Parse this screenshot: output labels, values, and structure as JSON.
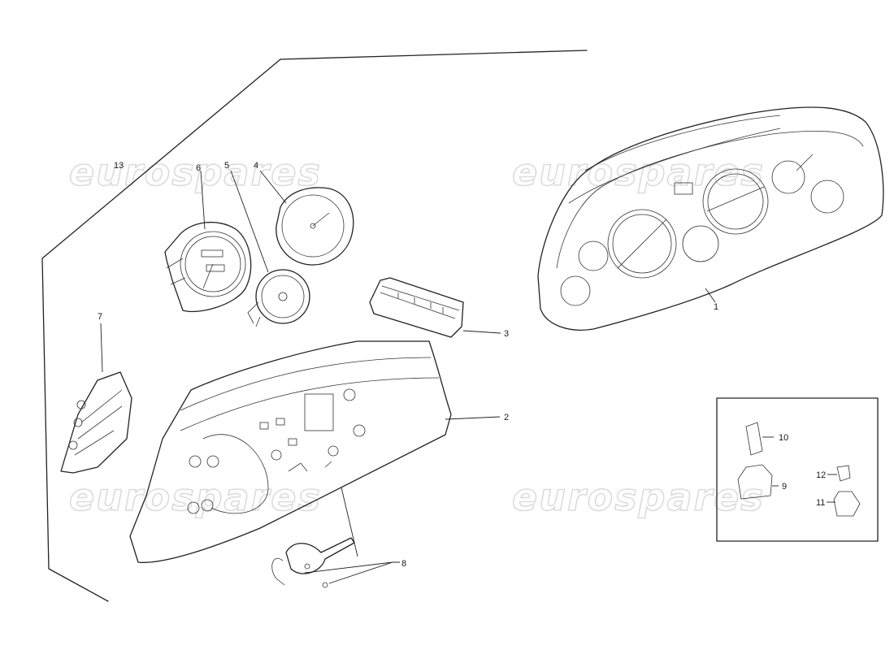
{
  "watermark": {
    "text": "eurospares",
    "color": "#dcdcdc"
  },
  "callouts": [
    {
      "id": "1",
      "label": "1"
    },
    {
      "id": "2",
      "label": "2"
    },
    {
      "id": "3",
      "label": "3"
    },
    {
      "id": "4",
      "label": "4"
    },
    {
      "id": "5",
      "label": "5"
    },
    {
      "id": "6",
      "label": "6"
    },
    {
      "id": "7",
      "label": "7"
    },
    {
      "id": "8",
      "label": "8"
    },
    {
      "id": "9",
      "label": "9"
    },
    {
      "id": "10",
      "label": "10"
    },
    {
      "id": "11",
      "label": "11"
    },
    {
      "id": "12",
      "label": "12"
    },
    {
      "id": "13",
      "label": "13"
    }
  ],
  "colors": {
    "line": "#222222",
    "background": "#ffffff"
  }
}
